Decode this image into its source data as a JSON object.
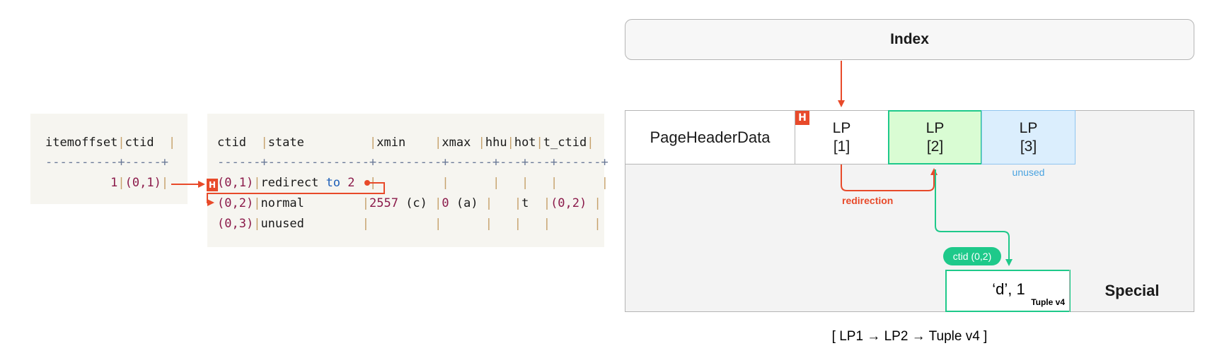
{
  "offset_table": {
    "header": [
      "itemoffset",
      "ctid"
    ],
    "rows": [
      {
        "itemoffset": "1",
        "ctid": "(0,1)"
      }
    ]
  },
  "tuple_table": {
    "header": [
      "ctid",
      "state",
      "xmin",
      "xmax",
      "hhu",
      "hot",
      "t_ctid"
    ],
    "rows": [
      {
        "ctid": "(0,1)",
        "state": "redirect to 2",
        "xmin": "",
        "xmax": "",
        "hhu": "",
        "hot": "",
        "t_ctid": ""
      },
      {
        "ctid": "(0,2)",
        "state": "normal",
        "xmin": "2557 (c)",
        "xmax": "0 (a)",
        "hhu": "",
        "hot": "t",
        "t_ctid": "(0,2)"
      },
      {
        "ctid": "(0,3)",
        "state": "unused",
        "xmin": "",
        "xmax": "",
        "hhu": "",
        "hot": "",
        "t_ctid": ""
      }
    ]
  },
  "hot_badge": "H",
  "diagram": {
    "index_label": "Index",
    "page_header_label": "PageHeaderData",
    "line_pointers": [
      {
        "title": "LP",
        "num": "[1]"
      },
      {
        "title": "LP",
        "num": "[2]"
      },
      {
        "title": "LP",
        "num": "[3]"
      }
    ],
    "unused_label": "unused",
    "redirection_label": "redirection",
    "ctid_pill": "ctid (0,2)",
    "tuple_main": "‘d’, 1",
    "tuple_version": "Tuple v4",
    "special_label": "Special",
    "caption": "[ LP1 → LP2 → Tuple v4 ]"
  },
  "colors": {
    "red": "#e84a2a",
    "green": "#1ec98a",
    "green_fill": "#d9fcd3",
    "blue": "#8fc4ef",
    "blue_fill": "#dbeefd",
    "unused_text": "#4aa3e0"
  }
}
